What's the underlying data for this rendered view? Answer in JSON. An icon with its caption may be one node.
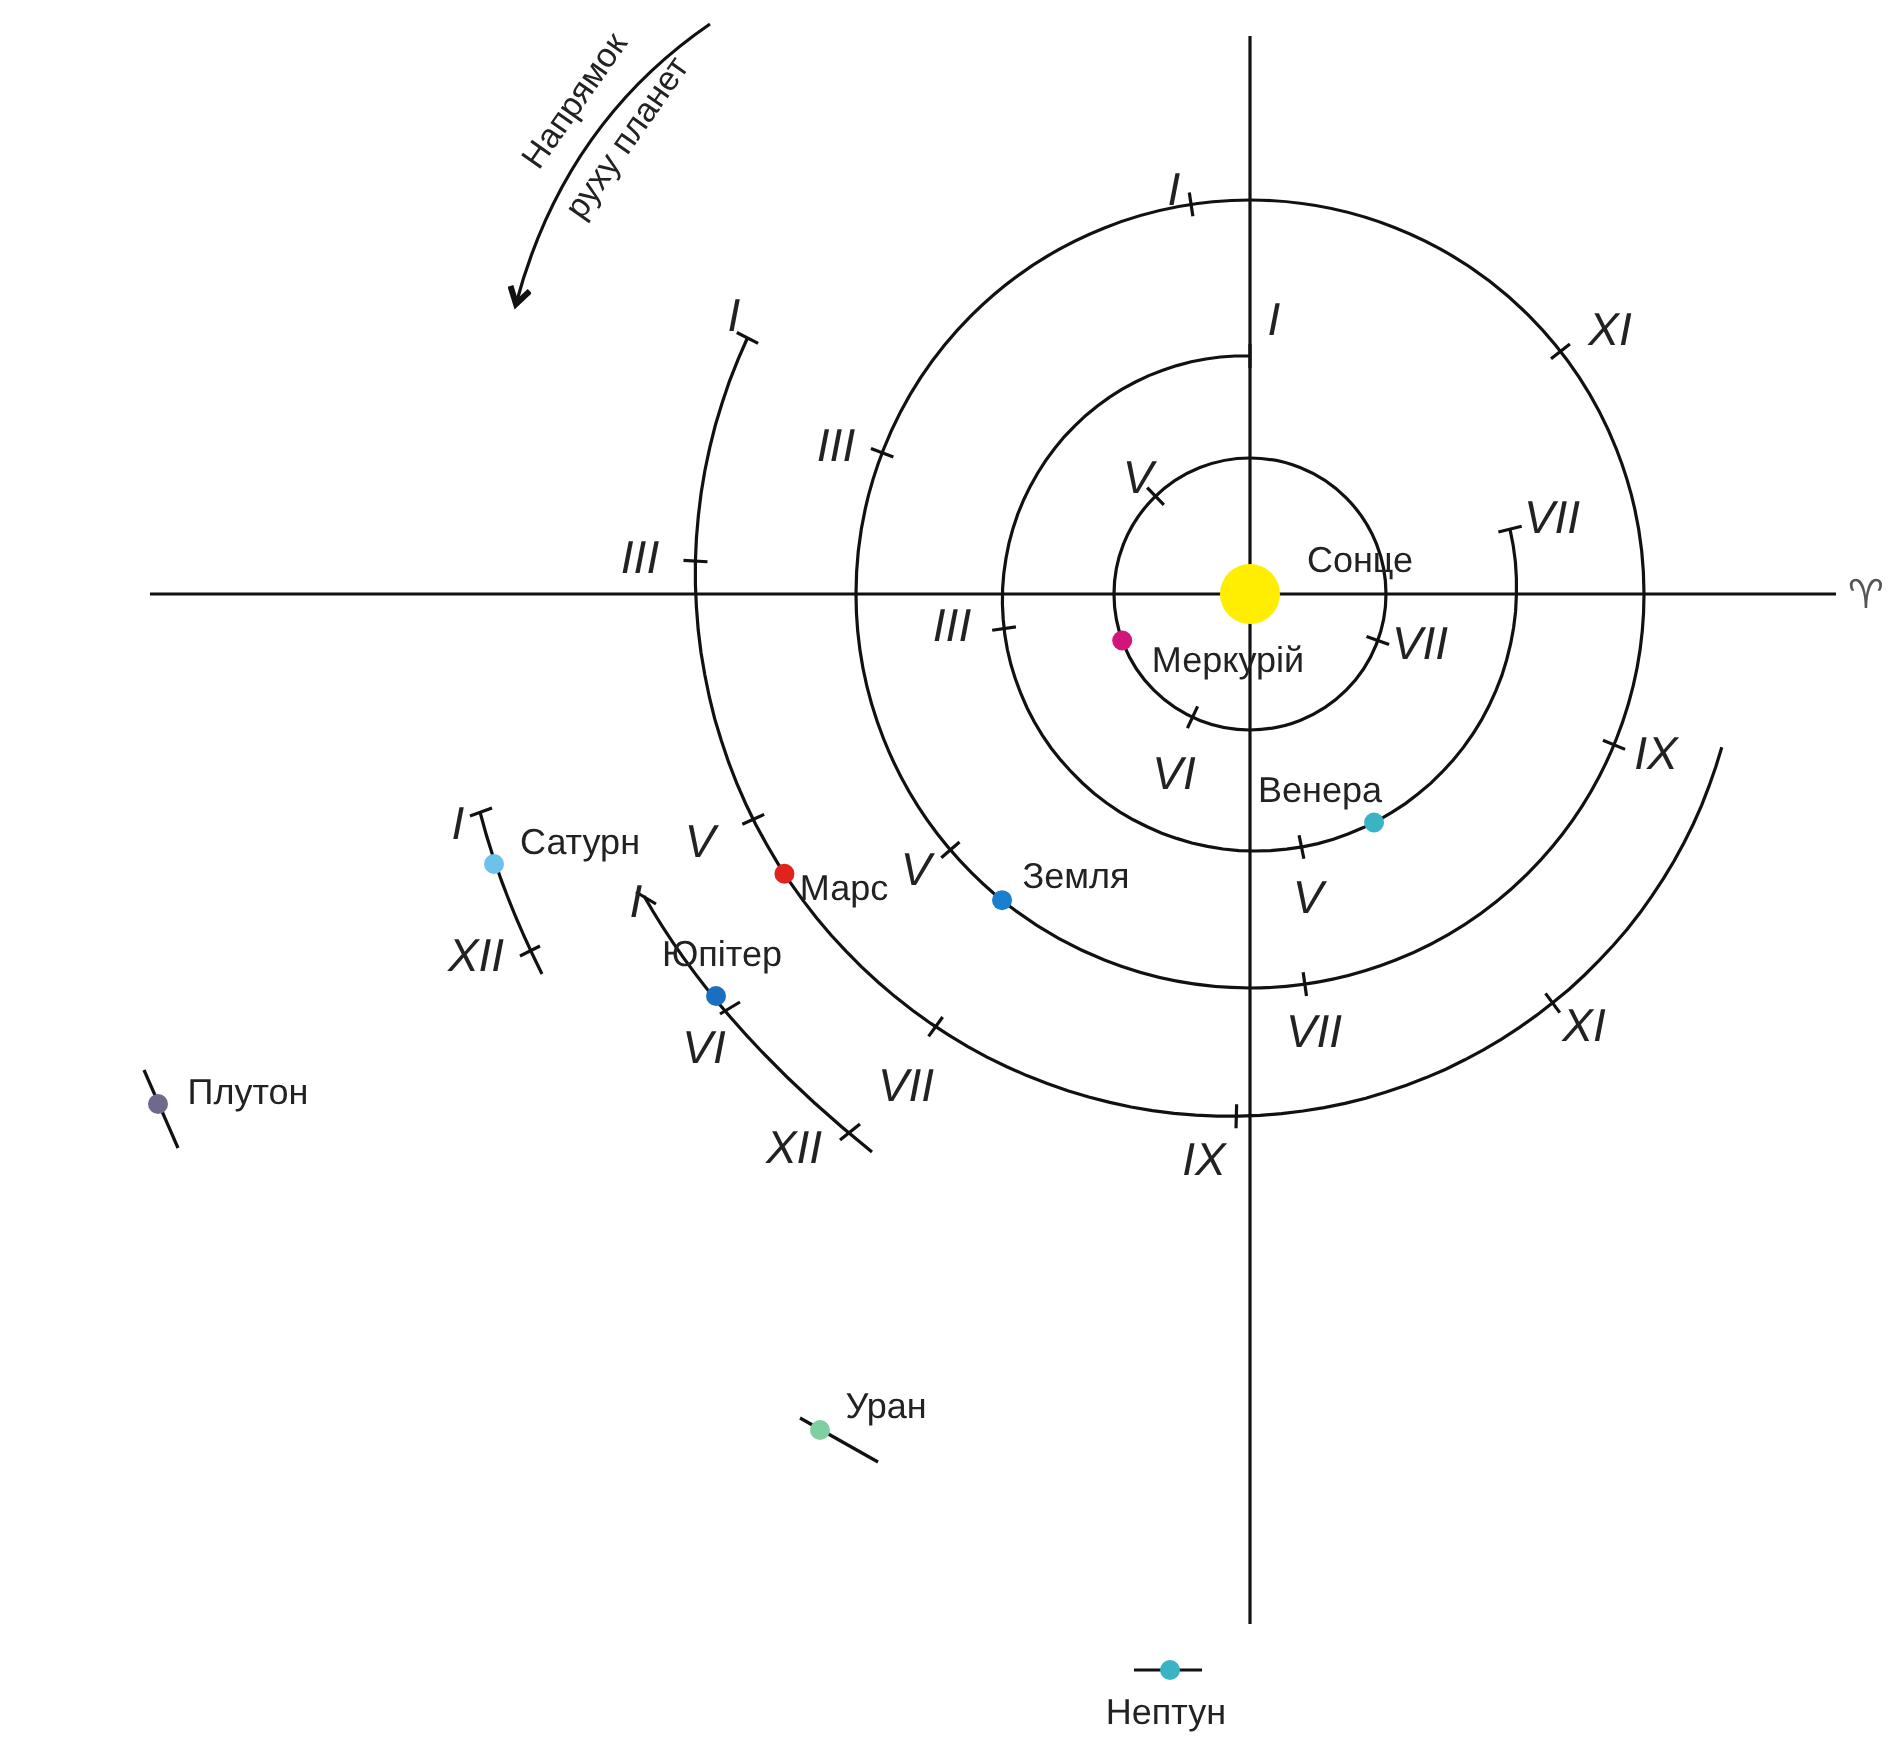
{
  "diagram": {
    "labels": [
      "Напрямок руху планет",
      "I",
      "I",
      "XI",
      "I",
      "III",
      "V",
      "VII",
      "III",
      "Сонце",
      "♈",
      "III",
      "VII",
      "Меркурій",
      "VI",
      "IX",
      "Венера",
      "I",
      "Сатурн",
      "V",
      "V",
      "Марс",
      "Земля",
      "I",
      "V",
      "XII",
      "Юпітер",
      "VI",
      "VII",
      "XI",
      "Плутон",
      "VII",
      "XII",
      "IX",
      "Уран",
      "Нептун"
    ]
  }
}
